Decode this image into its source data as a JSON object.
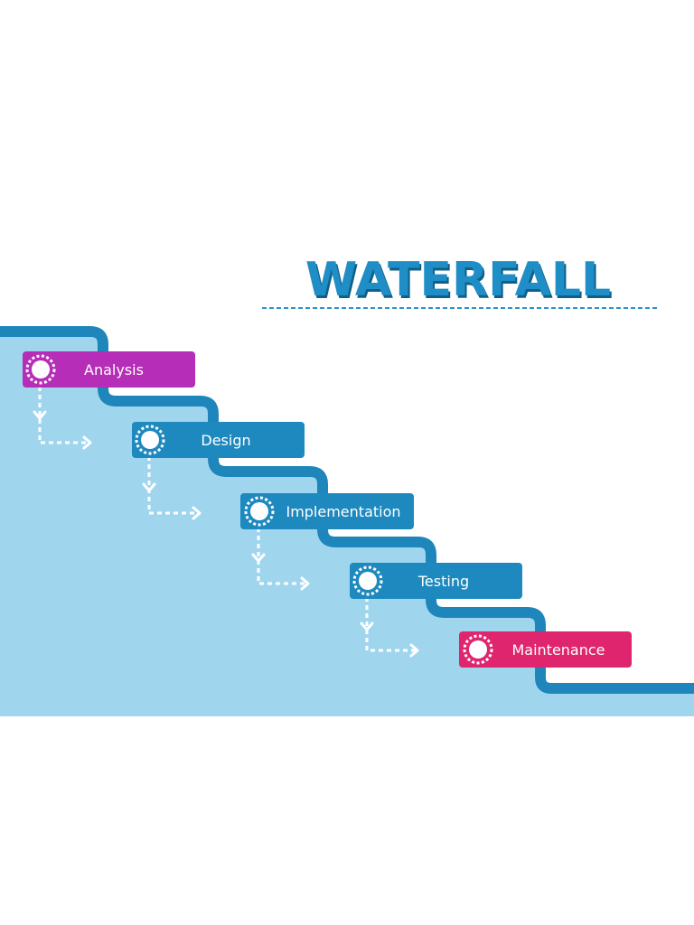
{
  "title": "WATERFALL",
  "colors": {
    "title": "#1f8ec6",
    "title_shadow": "#0f5f88",
    "underline": "#2a93cc",
    "water": "#9fd6ee",
    "stair_edge": "#1e86bb",
    "stage_blue": "#1e89bf",
    "arrow": "#ffffff"
  },
  "stages": [
    {
      "label": "Analysis",
      "color": "#b62db7"
    },
    {
      "label": "Design",
      "color": "#1e89bf"
    },
    {
      "label": "Implementation",
      "color": "#1e89bf"
    },
    {
      "label": "Testing",
      "color": "#1e89bf"
    },
    {
      "label": "Maintenance",
      "color": "#e0256f"
    }
  ],
  "icons": {
    "stage_marker": "dotted-circle-icon",
    "flow_arrow": "dashed-arrow-icon"
  }
}
